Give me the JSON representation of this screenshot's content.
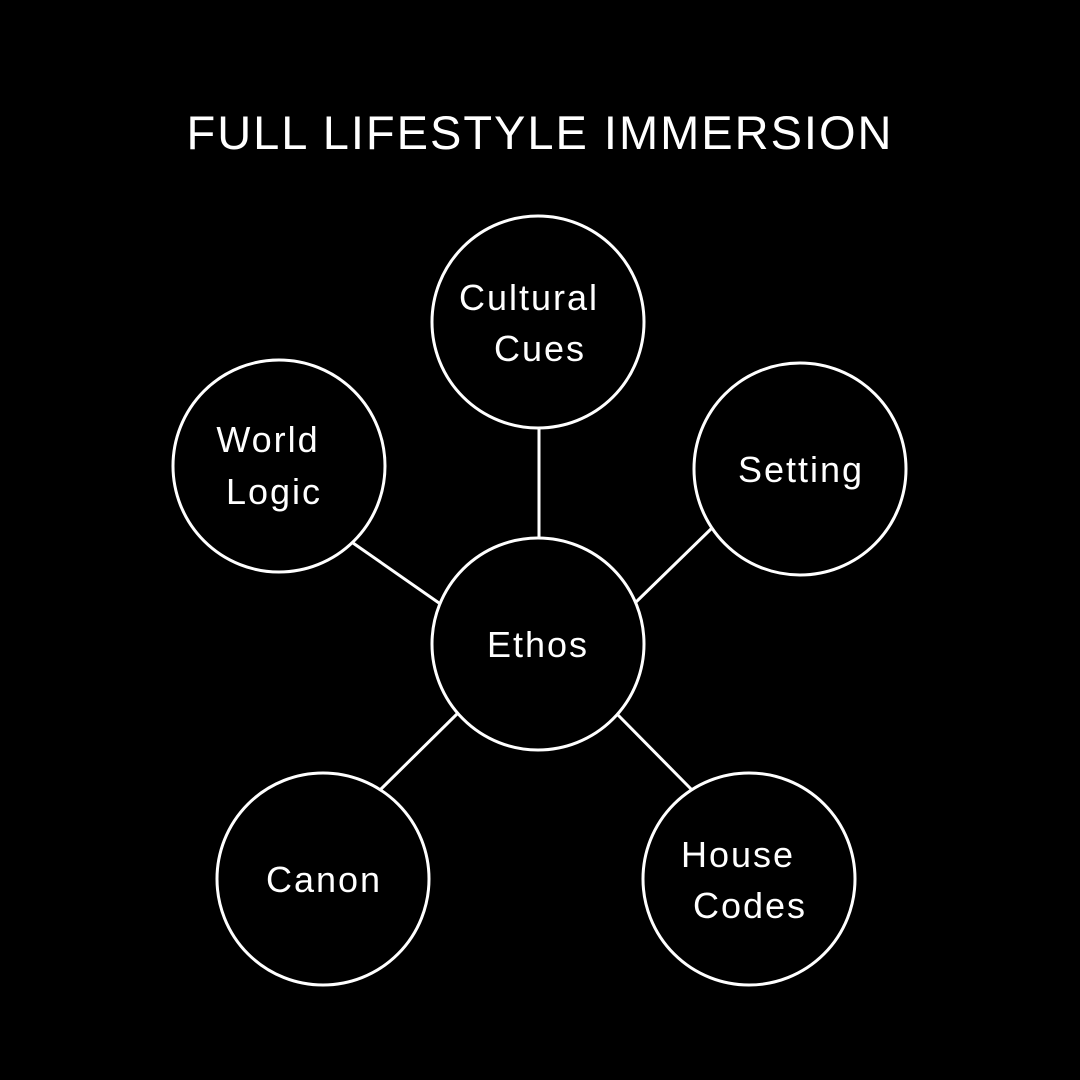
{
  "title": "FULL LIFESTYLE IMMERSION",
  "colors": {
    "background": "#000000",
    "stroke": "#ffffff",
    "text": "#ffffff"
  },
  "center": {
    "id": "ethos",
    "label": [
      "Ethos"
    ]
  },
  "nodes": [
    {
      "id": "cultural-cues",
      "label": [
        "Cultural",
        "Cues"
      ]
    },
    {
      "id": "world-logic",
      "label": [
        "World",
        "Logic"
      ]
    },
    {
      "id": "setting",
      "label": [
        "Setting"
      ]
    },
    {
      "id": "canon",
      "label": [
        "Canon"
      ]
    },
    {
      "id": "house-codes",
      "label": [
        "House",
        "Codes"
      ]
    }
  ]
}
